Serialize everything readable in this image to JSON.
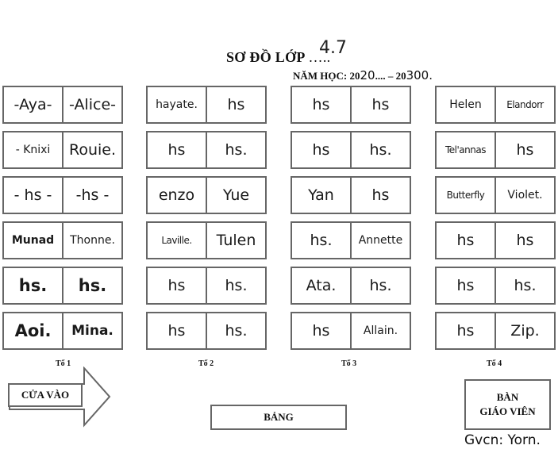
{
  "header": {
    "title": "SƠ ĐỒ LỚP",
    "title_dots": "…..",
    "class_number": "4.7",
    "year_label": "NĂM HỌC: 20",
    "year_start": "20",
    "year_sep": ".... – 20",
    "year_end": "300."
  },
  "groups": [
    {
      "label": "Tổ 1",
      "desks": [
        [
          "-Aya-",
          "-Alice-"
        ],
        [
          "- Knixi",
          "Rouie."
        ],
        [
          "- hs -",
          "-hs -"
        ],
        [
          "Munad",
          "Thonne."
        ],
        [
          "hs.",
          "hs."
        ],
        [
          "Aoi.",
          "Mina."
        ]
      ]
    },
    {
      "label": "Tổ 2",
      "desks": [
        [
          "hayate.",
          "hs"
        ],
        [
          "hs",
          "hs."
        ],
        [
          "enzo",
          "Yue"
        ],
        [
          "Laville.",
          "Tulen"
        ],
        [
          "hs",
          "hs."
        ],
        [
          "hs",
          "hs."
        ]
      ]
    },
    {
      "label": "Tổ 3",
      "desks": [
        [
          "hs",
          "hs"
        ],
        [
          "hs",
          "hs."
        ],
        [
          "Yan",
          "hs"
        ],
        [
          "hs.",
          "Annette"
        ],
        [
          "Ata.",
          "hs."
        ],
        [
          "hs",
          "Allain."
        ]
      ]
    },
    {
      "label": "Tổ 4",
      "desks": [
        [
          "Helen",
          "Elandorr"
        ],
        [
          "Tel'annas",
          "hs"
        ],
        [
          "Butterfly",
          "Violet."
        ],
        [
          "hs",
          "hs"
        ],
        [
          "hs",
          "hs."
        ],
        [
          "hs",
          "Zip."
        ]
      ]
    }
  ],
  "door_label": "CỬA VÀO",
  "board_label": "BẢNG",
  "teacher_desk": {
    "line1": "BÀN",
    "line2": "GIÁO VIÊN"
  },
  "teacher_note": "Gvcn: Yorn."
}
